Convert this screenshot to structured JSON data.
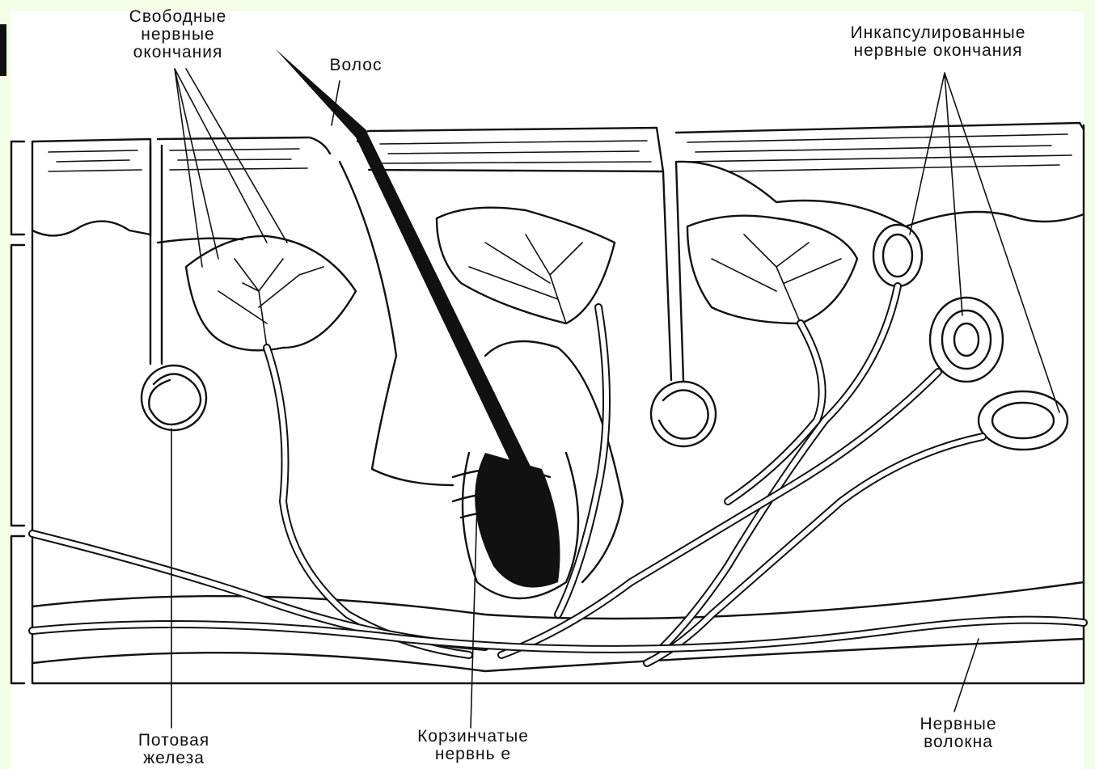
{
  "labels": {
    "free_endings": "Свободные\nнервные\nокончания",
    "hair": "Волос",
    "encapsulated_endings": "Инкапсулированные\nнервные окончания",
    "sweat_gland": "Потовая\nжелеза",
    "basket_endings": "Корзинчатые\nнервнь е",
    "nerve_fibers": "Нервные\nволокна"
  },
  "colors": {
    "background": "#f4fde6",
    "panel": "#ffffff",
    "ink": "#111111"
  }
}
